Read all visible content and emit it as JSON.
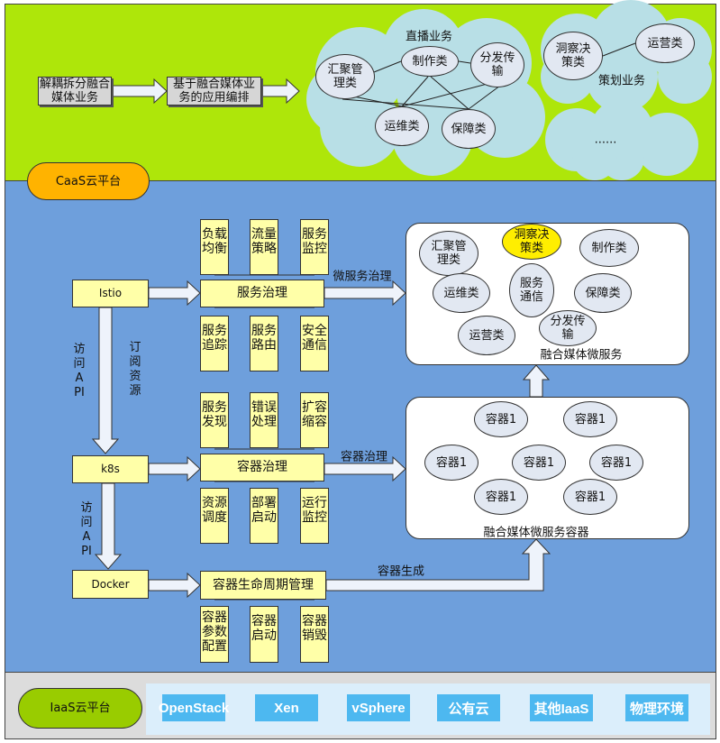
{
  "colors": {
    "business_layer": "#aee60a",
    "caas_layer": "#6e9fdc",
    "iaas_layer": "#dcdcdc",
    "cloud": "#b8dfe6",
    "box": "#ffffa8",
    "highlight": "#ffee00",
    "iaas_item": "#4db8f0"
  },
  "business": {
    "decouple": "解耦拆分融合媒体业务",
    "orchestrate": "基于融合媒体业务的应用编排",
    "live": {
      "title": "直播业务",
      "nodes": [
        "汇聚管理类",
        "制作类",
        "分发传输",
        "运维类",
        "保障类"
      ]
    },
    "planning": {
      "title": "策划业务",
      "nodes": [
        "洞察决策类",
        "运营类"
      ]
    },
    "more": "......"
  },
  "caas": {
    "label": "CaaS云平台",
    "istio": "Istio",
    "k8s": "k8s",
    "docker": "Docker",
    "access_api": "访问API",
    "subscribe": "订阅资源",
    "service_gov": {
      "label": "服务治理",
      "top": [
        "负载均衡",
        "流量策略",
        "服务监控"
      ],
      "bottom": [
        "服务追踪",
        "服务路由",
        "安全通信"
      ]
    },
    "container_gov": {
      "label": "容器治理",
      "top": [
        "服务发现",
        "错误处理",
        "扩容缩容"
      ],
      "bottom": [
        "资源调度",
        "部署启动",
        "运行监控"
      ]
    },
    "lifecycle": {
      "label": "容器生命周期管理",
      "bottom": [
        "容器参数配置",
        "容器启动",
        "容器销毁"
      ]
    },
    "micro_gov_label": "微服务治理",
    "container_gov_label": "容器治理",
    "container_gen_label": "容器生成",
    "microservices": {
      "title": "融合媒体微服务",
      "nodes": [
        "汇聚管理类",
        "洞察决策类",
        "制作类",
        "运维类",
        "服务通信",
        "保障类",
        "运营类",
        "分发传输"
      ],
      "highlighted": "洞察决策类"
    },
    "containers": {
      "title": "融合媒体微服务容器",
      "nodes": [
        "容器1",
        "容器1",
        "容器1",
        "容器1",
        "容器1",
        "容器1",
        "容器1"
      ]
    }
  },
  "iaas": {
    "label": "IaaS云平台",
    "items": [
      "OpenStack",
      "Xen",
      "vSphere",
      "公有云",
      "其他IaaS",
      "物理环境"
    ]
  }
}
